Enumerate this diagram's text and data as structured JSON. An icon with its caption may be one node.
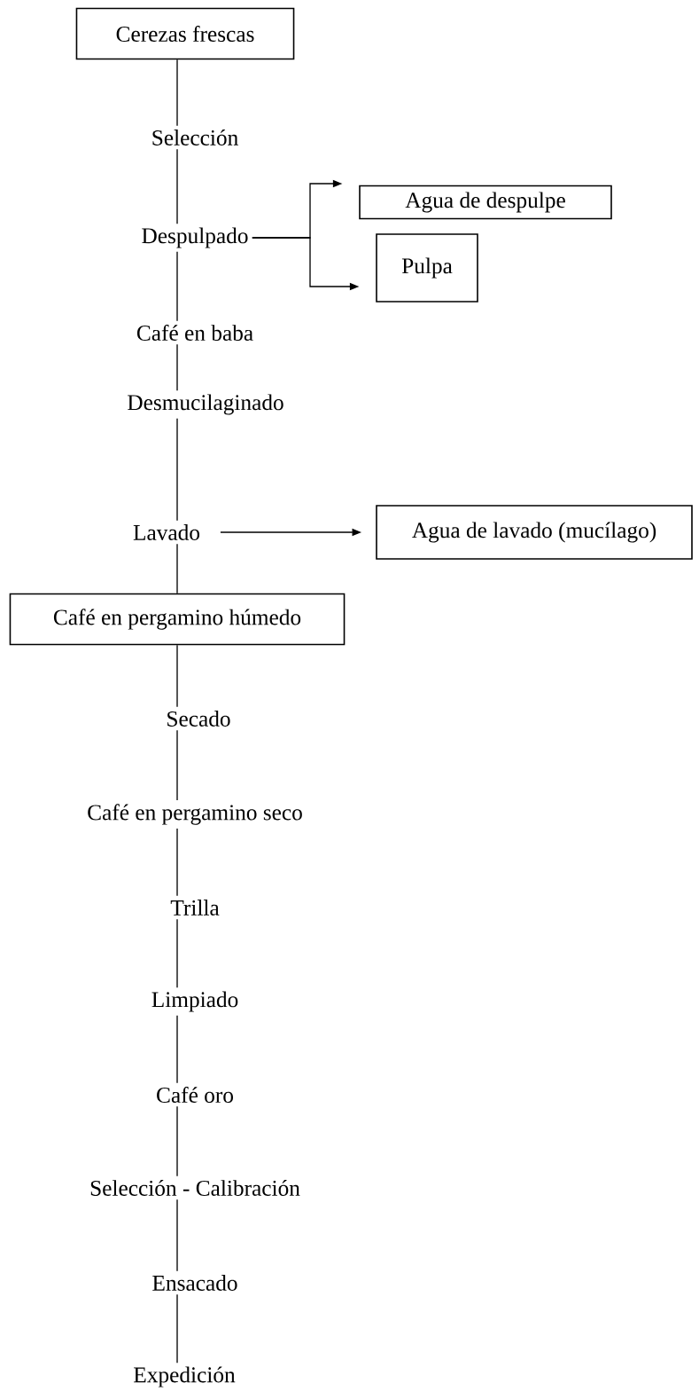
{
  "diagram": {
    "nodes": [
      {
        "text": [
          "Cerezas frescas"
        ]
      },
      {
        "text": [
          "Selección"
        ]
      },
      {
        "text": [
          "Despulpado"
        ]
      },
      {
        "text": [
          "Agua de despulpe"
        ]
      },
      {
        "text": [
          "Pulpa"
        ]
      },
      {
        "text": [
          "Café en baba"
        ]
      },
      {
        "text": [
          "Desmucilaginado"
        ]
      },
      {
        "text": [
          "Lavado"
        ]
      },
      {
        "text": [
          "Agua de lavado (mucílago)"
        ]
      },
      {
        "text": [
          "Café en pergamino húmedo"
        ]
      },
      {
        "text": [
          "Secado"
        ]
      },
      {
        "text": [
          "Café en pergamino seco"
        ]
      },
      {
        "text": [
          "Trilla"
        ]
      },
      {
        "text": [
          "Limpiado"
        ]
      },
      {
        "text": [
          "Café oro"
        ]
      },
      {
        "text": [
          "Selección - Calibración"
        ]
      },
      {
        "text": [
          "Ensacado"
        ]
      },
      {
        "text": [
          "Expedición"
        ]
      }
    ],
    "edges": [
      {
        "from": 0,
        "to": 1,
        "arrow": "none"
      },
      {
        "from": 1,
        "to": 2,
        "arrow": "none"
      },
      {
        "from": 2,
        "to": 3,
        "arrow": "to"
      },
      {
        "from": 2,
        "to": 4,
        "arrow": "to"
      },
      {
        "from": 2,
        "to": 5,
        "arrow": "none"
      },
      {
        "from": 5,
        "to": 6,
        "arrow": "none"
      },
      {
        "from": 6,
        "to": 7,
        "arrow": "none"
      },
      {
        "from": 7,
        "to": 8,
        "arrow": "to"
      },
      {
        "from": 7,
        "to": 9,
        "arrow": "none"
      },
      {
        "from": 9,
        "to": 10,
        "arrow": "none"
      },
      {
        "from": 10,
        "to": 11,
        "arrow": "none"
      },
      {
        "from": 11,
        "to": 12,
        "arrow": "none"
      },
      {
        "from": 12,
        "to": 13,
        "arrow": "none"
      },
      {
        "from": 13,
        "to": 14,
        "arrow": "none"
      },
      {
        "from": 14,
        "to": 15,
        "arrow": "none"
      },
      {
        "from": 15,
        "to": 16,
        "arrow": "none"
      },
      {
        "from": 16,
        "to": 17,
        "arrow": "none"
      }
    ]
  }
}
